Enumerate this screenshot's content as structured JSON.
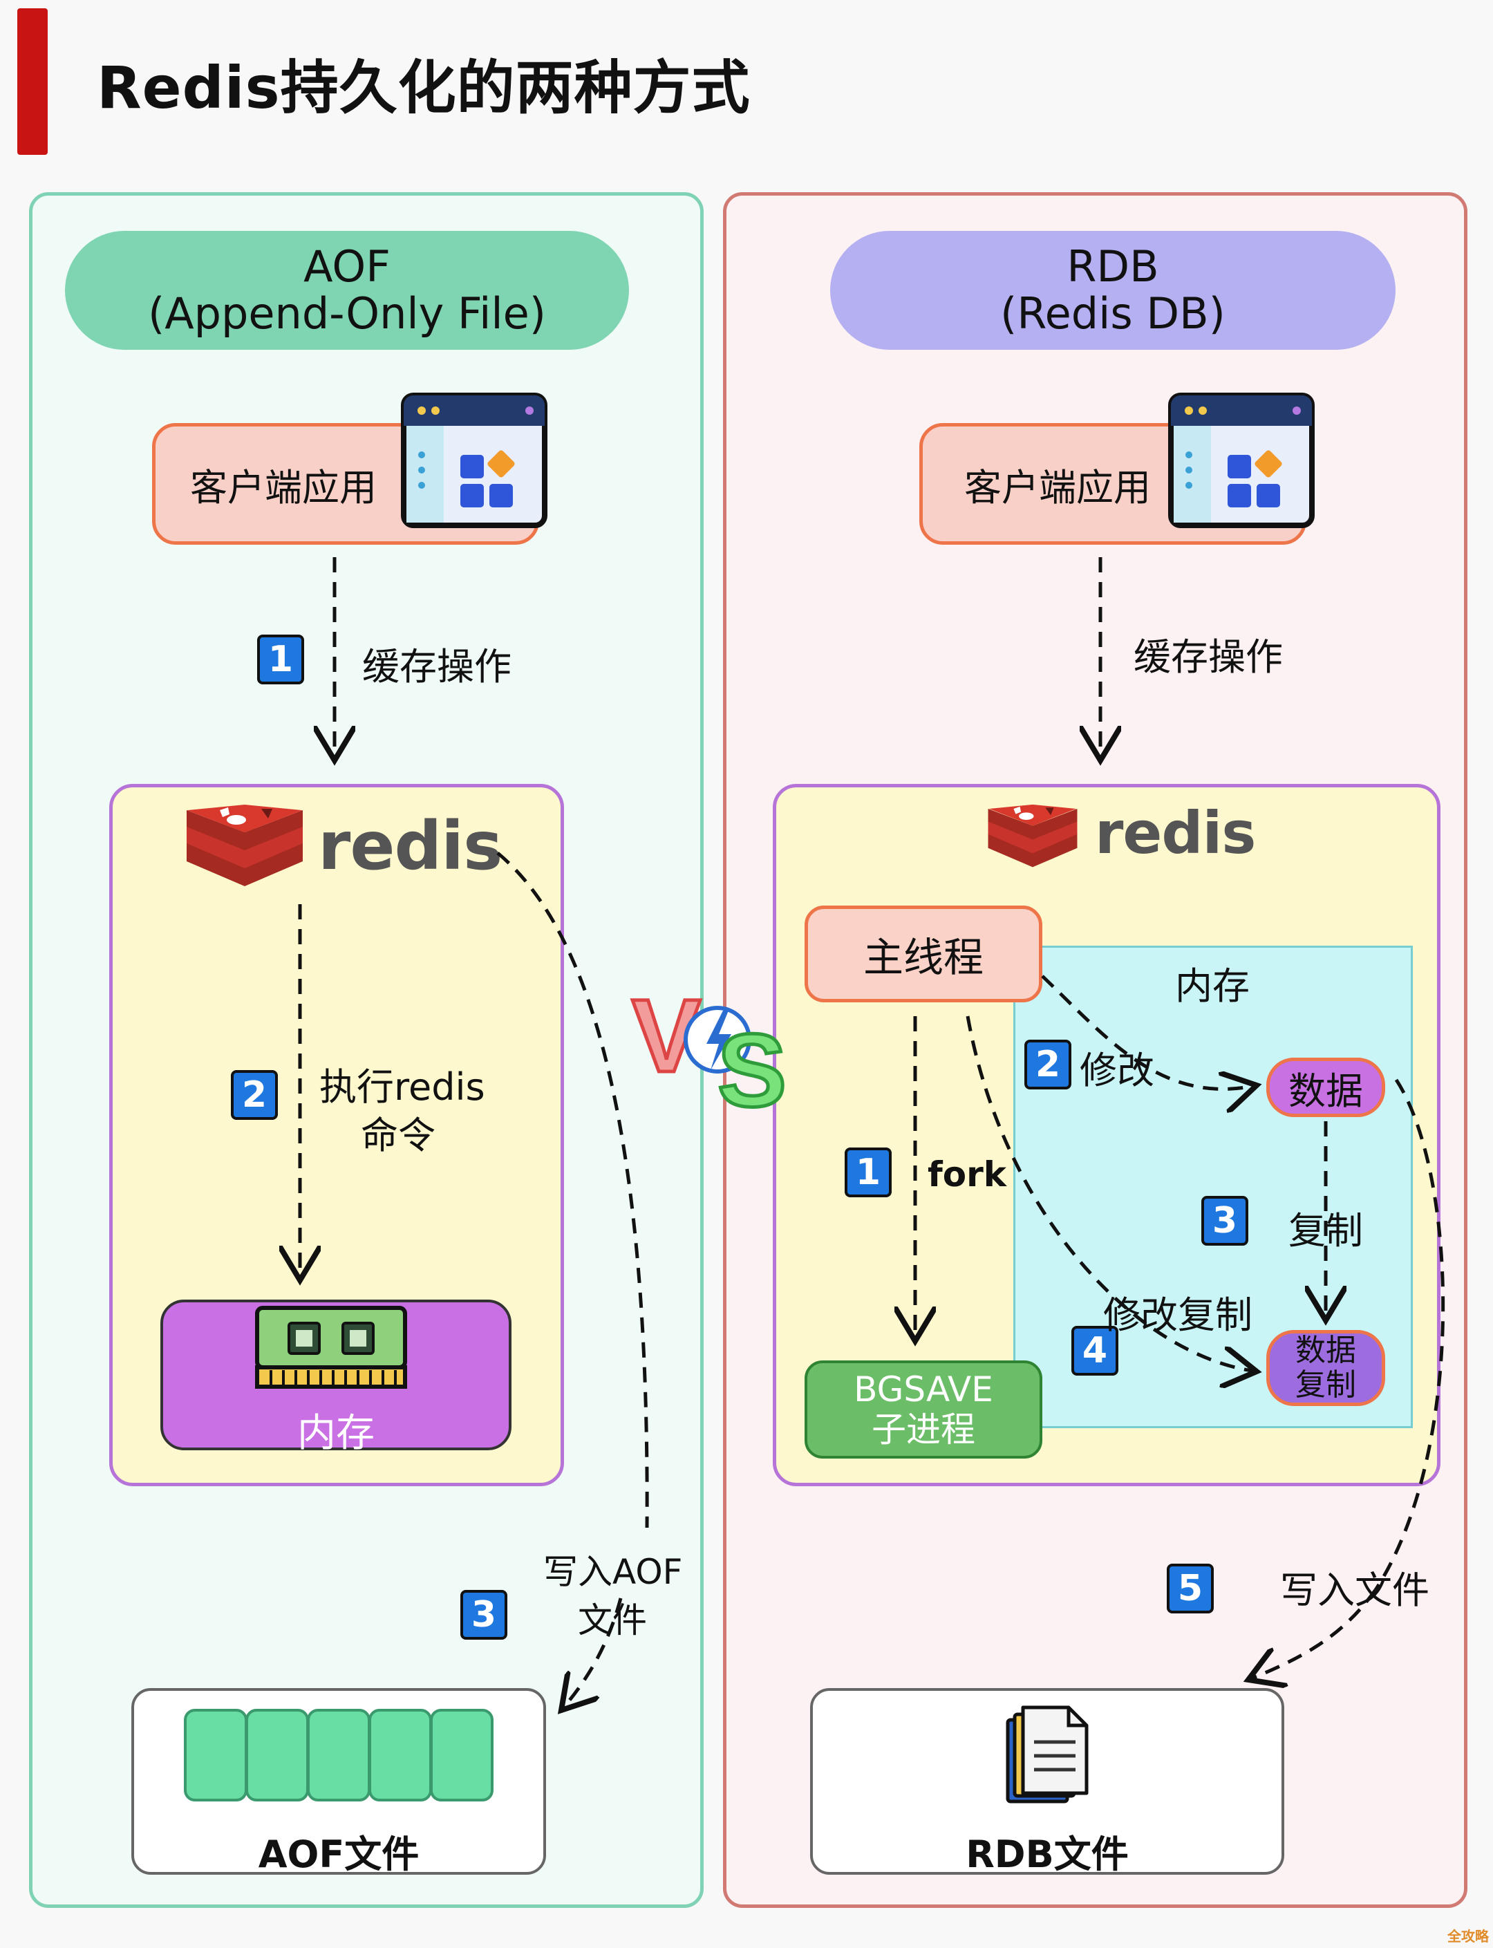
{
  "title": "Redis持久化的两种方式",
  "aof": {
    "header_line1": "AOF",
    "header_line2": "(Append-Only File)",
    "client_label": "客户端应用",
    "step1": {
      "num": "1",
      "label": "缓存操作"
    },
    "redis_word": "redis",
    "step2": {
      "num": "2",
      "label_line1": "执行redis",
      "label_line2": "命令"
    },
    "memory_label": "内存",
    "step3": {
      "num": "3",
      "label_line1": "写入AOF",
      "label_line2": "文件"
    },
    "file_label": "AOF文件"
  },
  "vs": {
    "v": "V",
    "s": "S"
  },
  "rdb": {
    "header_line1": "RDB",
    "header_line2": "(Redis DB)",
    "client_label": "客户端应用",
    "cache_label": "缓存操作",
    "redis_word": "redis",
    "main_thread": "主线程",
    "memory_title": "内存",
    "step1": {
      "num": "1",
      "label": "fork"
    },
    "step2": {
      "num": "2",
      "label": "修改"
    },
    "step3": {
      "num": "3",
      "label": "复制"
    },
    "step4": {
      "num": "4",
      "label": "修改复制"
    },
    "step5": {
      "num": "5",
      "label": "写入文件"
    },
    "data_label": "数据",
    "data_copy_line1": "数据",
    "data_copy_line2": "复制",
    "bgsave_line1": "BGSAVE",
    "bgsave_line2": "子进程",
    "file_label": "RDB文件"
  },
  "watermark": "全攻略",
  "colors": {
    "aof_accent": "#7fd4b2",
    "rdb_accent": "#b5b0f2",
    "title_bar": "#c91414",
    "badge_blue": "#1f78e0",
    "redis_red": "#c8332c"
  }
}
